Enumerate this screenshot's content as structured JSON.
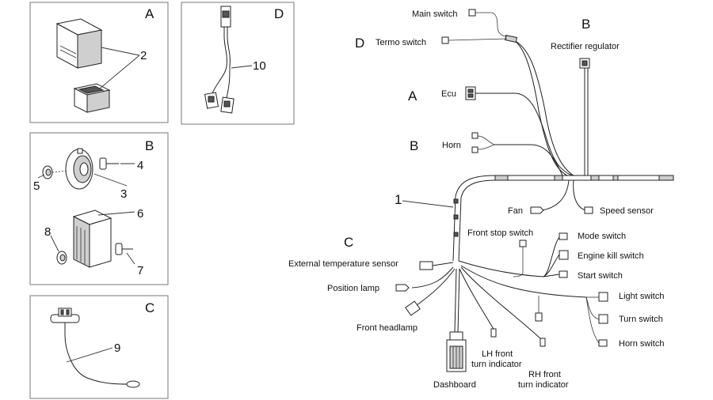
{
  "panels": {
    "A": {
      "letter": "A",
      "part_label": "2"
    },
    "B": {
      "letter": "B",
      "labels": [
        "3",
        "4",
        "5",
        "6",
        "7",
        "8"
      ]
    },
    "C": {
      "letter": "C",
      "part_label": "9"
    },
    "D": {
      "letter": "D",
      "part_label": "10"
    }
  },
  "harness": {
    "harness_number": "1",
    "section_letters": {
      "D": "D",
      "B_top": "B",
      "A": "A",
      "B_horn": "B",
      "C": "C"
    },
    "labels": {
      "main_switch": "Main switch",
      "termo_switch": "Termo switch",
      "rectifier_regulator": "Rectifier regulator",
      "ecu": "Ecu",
      "horn": "Horn",
      "fan": "Fan",
      "speed_sensor": "Speed sensor",
      "front_stop_switch": "Front stop switch",
      "mode_switch": "Mode switch",
      "engine_kill_switch": "Engine kill switch",
      "start_switch": "Start switch",
      "external_temperature_sensor": "External temperature sensor",
      "position_lamp": "Position lamp",
      "light_switch": "Light switch",
      "turn_switch": "Turn switch",
      "horn_switch": "Horn switch",
      "front_headlamp": "Front headlamp",
      "lh_front_1": "LH front",
      "lh_front_2": "turn indicator",
      "rh_front_1": "RH front",
      "rh_front_2": "turn indicator",
      "dashboard": "Dashboard"
    }
  }
}
